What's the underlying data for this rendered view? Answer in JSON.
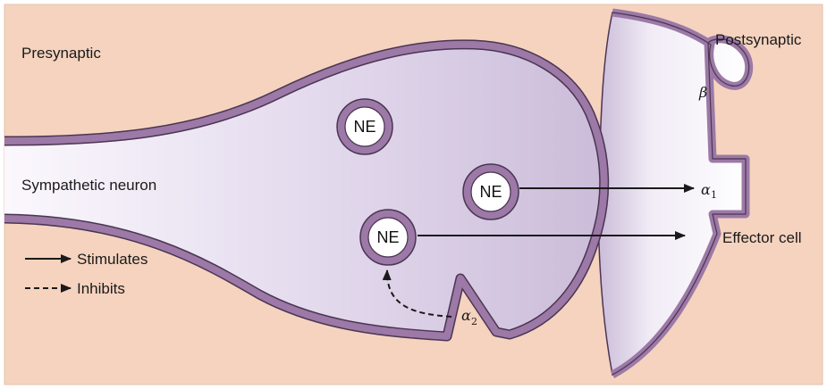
{
  "labels": {
    "presynaptic": "Presynaptic",
    "postsynaptic": "Postsynaptic",
    "sympathetic_neuron": "Sympathetic neuron",
    "effector_cell": "Effector cell"
  },
  "vesicles": [
    {
      "label": "NE"
    },
    {
      "label": "NE"
    },
    {
      "label": "NE"
    }
  ],
  "receptors": {
    "beta": "β",
    "alpha1_symbol": "α",
    "alpha1_sub": "1",
    "alpha2_symbol": "α",
    "alpha2_sub": "2"
  },
  "legend": {
    "stimulates": "Stimulates",
    "inhibits": "Inhibits"
  },
  "colors": {
    "background": "#f5d3bf",
    "membrane": "#9c79a6",
    "membrane_outline": "#4a3552",
    "cell_fill_light": "#fbf8fd",
    "cell_fill_dark": "#cbbcd9",
    "vesicle_ring": "#9c79a6",
    "vesicle_core": "#ffffff",
    "arrow": "#1a1a1a"
  }
}
